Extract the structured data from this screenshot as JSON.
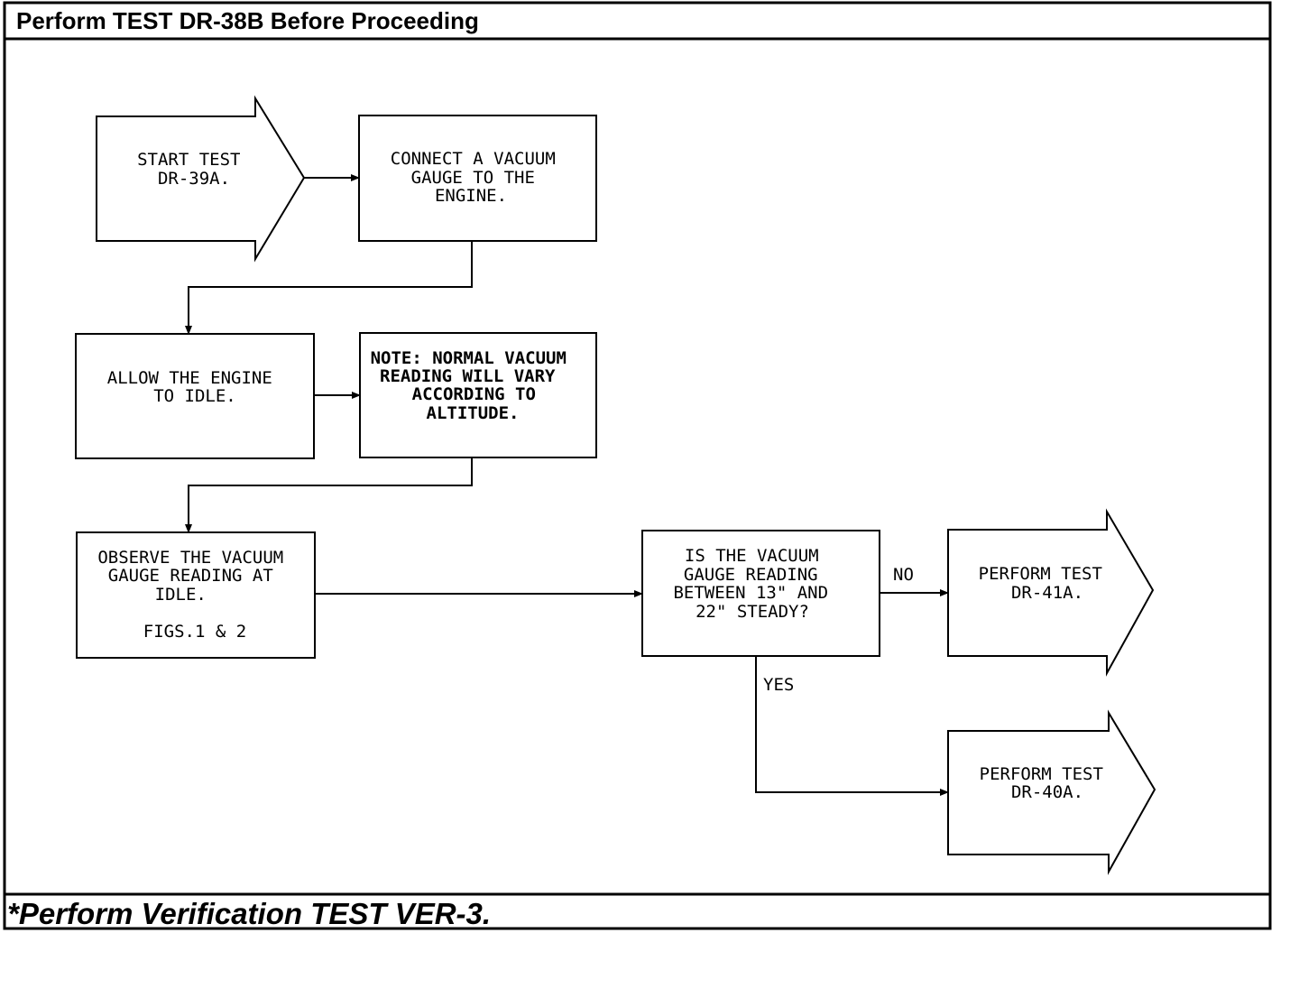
{
  "header": {
    "title": "Perform TEST DR-38B Before Proceeding"
  },
  "footer": {
    "note": "*Perform Verification TEST VER-3."
  },
  "nodes": {
    "start": {
      "lines": [
        "START TEST",
        "DR-39A."
      ]
    },
    "connect": {
      "lines": [
        "CONNECT A VACUUM",
        "GAUGE TO THE",
        "ENGINE."
      ]
    },
    "idle": {
      "lines": [
        "ALLOW THE ENGINE",
        "TO IDLE."
      ]
    },
    "note": {
      "lines": [
        "NOTE: NORMAL VACUUM",
        "READING WILL VARY",
        "ACCORDING TO",
        "ALTITUDE."
      ]
    },
    "observe": {
      "lines": [
        "OBSERVE THE VACUUM",
        "GAUGE READING AT",
        "IDLE.",
        "",
        "FIGS.1 & 2"
      ]
    },
    "decision": {
      "lines": [
        "IS THE VACUUM",
        "GAUGE READING",
        "BETWEEN 13\" AND",
        "22\" STEADY?"
      ]
    },
    "dr41": {
      "lines": [
        "PERFORM TEST",
        "DR-41A."
      ]
    },
    "dr40": {
      "lines": [
        "PERFORM TEST",
        "DR-40A."
      ]
    }
  },
  "edges": {
    "no_label": "NO",
    "yes_label": "YES"
  }
}
